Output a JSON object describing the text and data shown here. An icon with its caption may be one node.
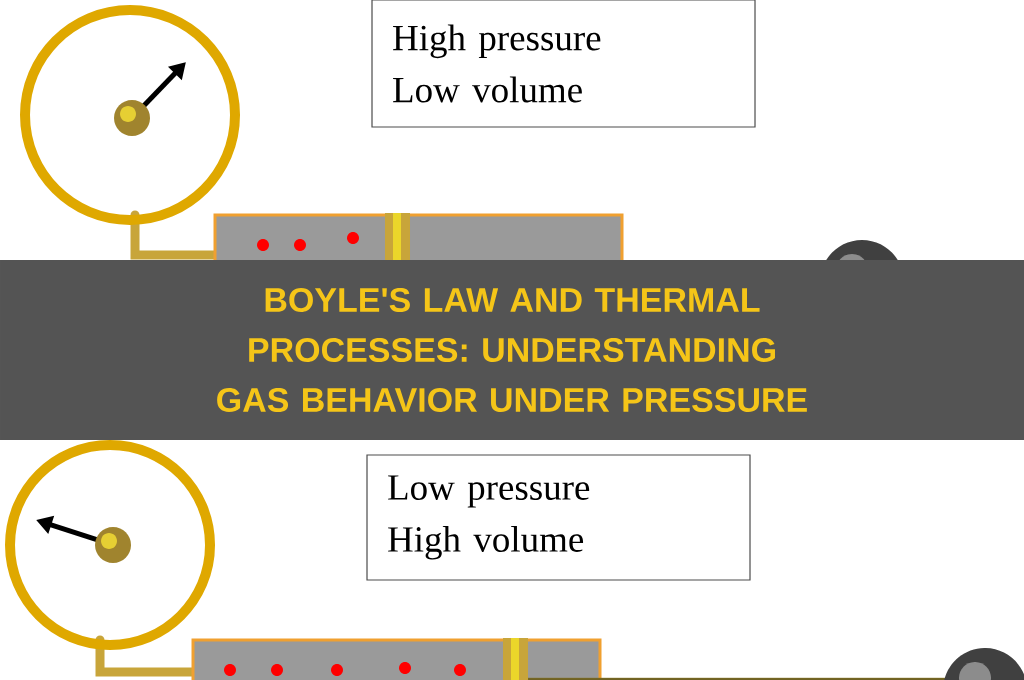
{
  "diagram": {
    "title": "BOYLE'S LAW AND THERMAL PROCESSES: UNDERSTANDING GAS BEHAVIOR UNDER PRESSURE",
    "nodes": [
      {
        "text": [
          "High pressure",
          "Low volume"
        ]
      },
      {
        "text": [
          "Low pressure",
          "High volume"
        ]
      }
    ]
  }
}
